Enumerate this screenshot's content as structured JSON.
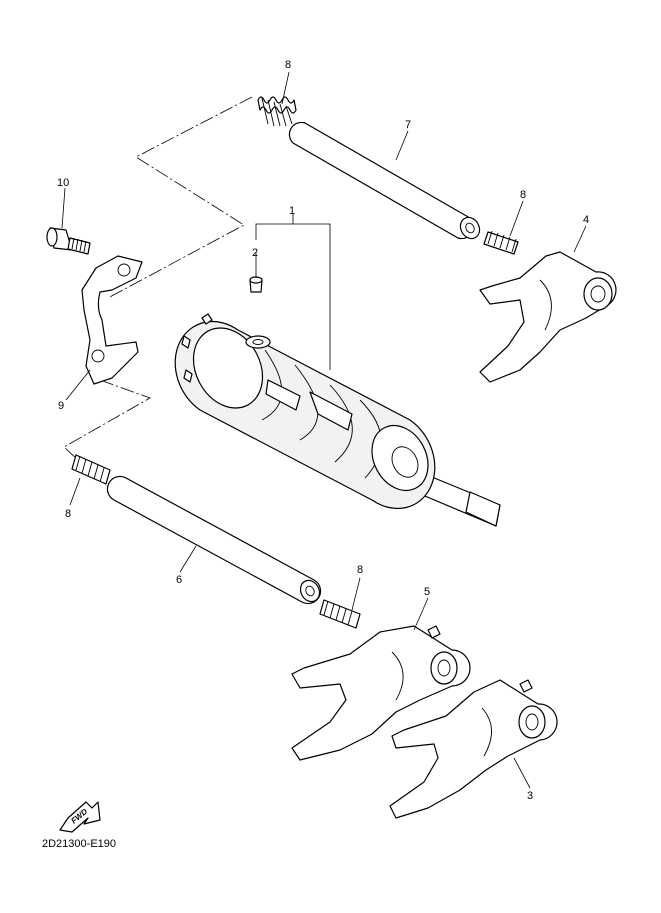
{
  "callouts": {
    "c1": "1",
    "c2": "2",
    "c3": "3",
    "c4": "4",
    "c5": "5",
    "c6": "6",
    "c7": "7",
    "c8a": "8",
    "c8b": "8",
    "c8c": "8",
    "c8d": "8",
    "c9": "9",
    "c10": "10"
  },
  "fwd_badge": "FWD",
  "drawing_code": "2D21300-E190"
}
